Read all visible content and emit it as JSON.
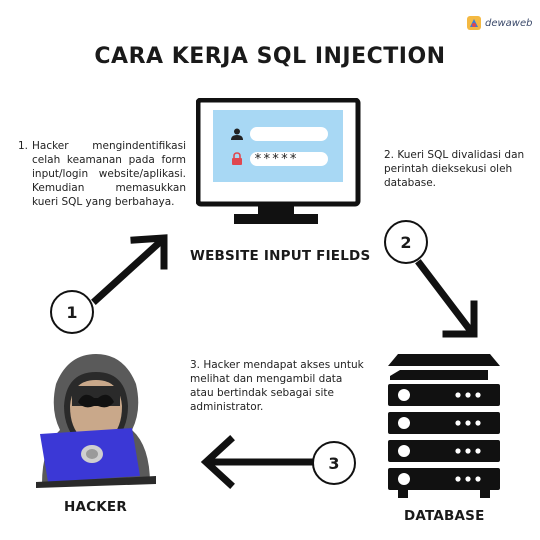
{
  "brand": {
    "logo_text": "dewaweb"
  },
  "title": "CARA KERJA SQL INJECTION",
  "password_mask": "*****",
  "steps": [
    {
      "number": "1.",
      "text": "Hacker mengindentifikasi celah keamanan pada form input/login website/aplikasi. Kemudian memasukkan kueri SQL yang berbahaya."
    },
    {
      "number": "2.",
      "text": "2. Kueri SQL divalidasi dan perintah dieksekusi oleh database."
    },
    {
      "number": "3.",
      "text": "3. Hacker mendapat akses untuk melihat dan mengambil data atau bertindak sebagai site administrator."
    }
  ],
  "circles": [
    "1",
    "2",
    "3"
  ],
  "labels": {
    "website": "WEBSITE INPUT FIELDS",
    "hacker": "HACKER",
    "database": "DATABASE"
  },
  "colors": {
    "screen_bg": "#a8d8f4",
    "laptop_blue": "#3b38d6",
    "hood_gray": "#5a5a5a",
    "outline": "#111111",
    "lock_red": "#e0474f",
    "user_icon": "#222222"
  },
  "icons": [
    "user-icon",
    "lock-icon",
    "monitor-icon",
    "hacker-icon",
    "database-server-icon",
    "arrow-icon"
  ]
}
